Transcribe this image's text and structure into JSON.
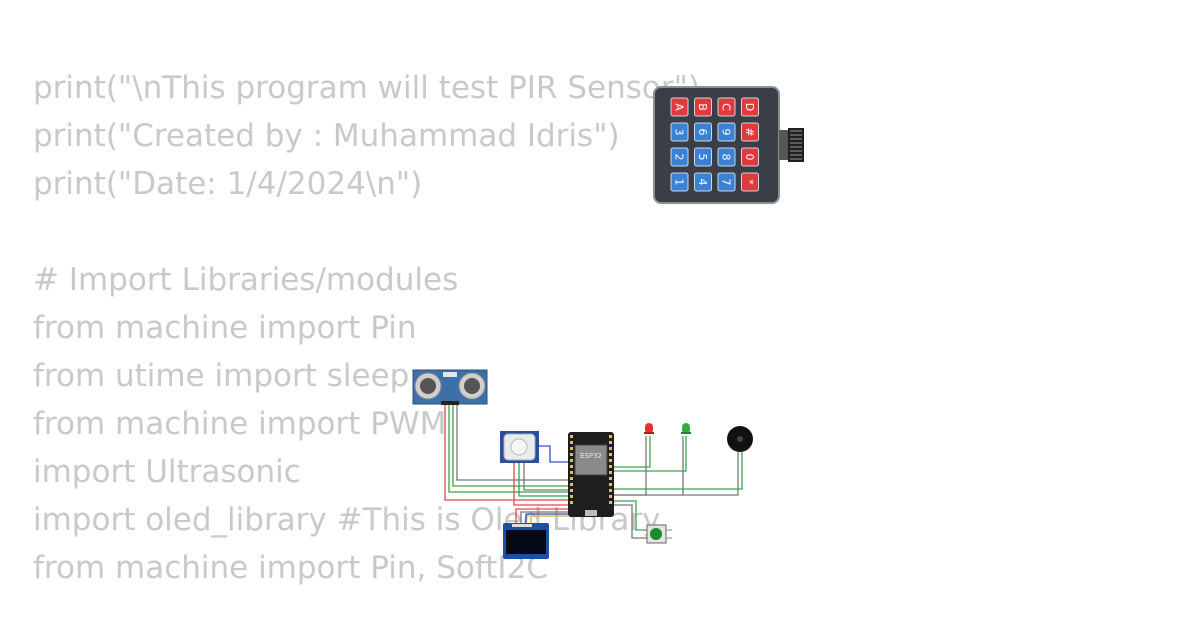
{
  "code_lines": [
    "print(\"\\nThis program will test PIR Sensor\")",
    "print(\"Created by : Muhammad Idris\")",
    "print(\"Date: 1/4/2024\\n\")",
    "",
    "# Import Libraries/modules",
    "from machine import Pin",
    "from utime import sleep",
    "from machine import PWM",
    "import Ultrasonic",
    "import oled_library #This is Oled Library",
    "from machine import Pin, SoftI2C"
  ],
  "keypad": {
    "rows": [
      [
        "A",
        "B",
        "C",
        "D"
      ],
      [
        "3",
        "6",
        "9",
        "#"
      ],
      [
        "2",
        "5",
        "8",
        "0"
      ],
      [
        "1",
        "4",
        "7",
        "*"
      ]
    ]
  },
  "esp32_label": "ESP32",
  "colors": {
    "code_text": "#c9c9c9",
    "keypad_body": "#3a3f47",
    "key_red": "#e0393e",
    "key_blue": "#3b82d6",
    "board": "#1e1e1e",
    "wire_green": "#3aa34a",
    "wire_red": "#e04848",
    "wire_blue": "#3050c0",
    "wire_gray": "#777777",
    "wire_yellow": "#d8b030",
    "led_red": "#e83030",
    "led_green": "#30b040"
  },
  "components": [
    "keypad-icon",
    "ultrasonic-sensor-icon",
    "pir-sensor-icon",
    "esp32-board-icon",
    "oled-display-icon",
    "red-led-icon",
    "green-led-icon",
    "buzzer-icon",
    "push-button-icon"
  ]
}
